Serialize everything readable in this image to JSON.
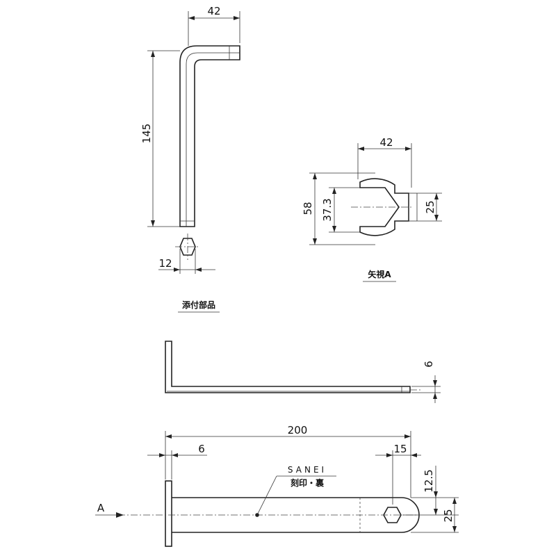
{
  "views": {
    "hex_key": {
      "dims": {
        "width_top": "42",
        "height": "145",
        "hex": "12"
      },
      "caption": "添付部品"
    },
    "view_a": {
      "dims": {
        "width": "42",
        "outer": "58",
        "inner": "37.3",
        "hex": "25"
      },
      "caption": "矢視A"
    },
    "side": {
      "dims": {
        "thickness": "6"
      }
    },
    "plan": {
      "dims": {
        "length": "200",
        "flange": "6",
        "tip": "15",
        "offset": "12.5",
        "width": "25"
      },
      "brand": "SANEI",
      "note": "刻印・裏",
      "arrow_label": "A"
    }
  },
  "colors": {
    "line": "#222222",
    "background": "#ffffff"
  }
}
